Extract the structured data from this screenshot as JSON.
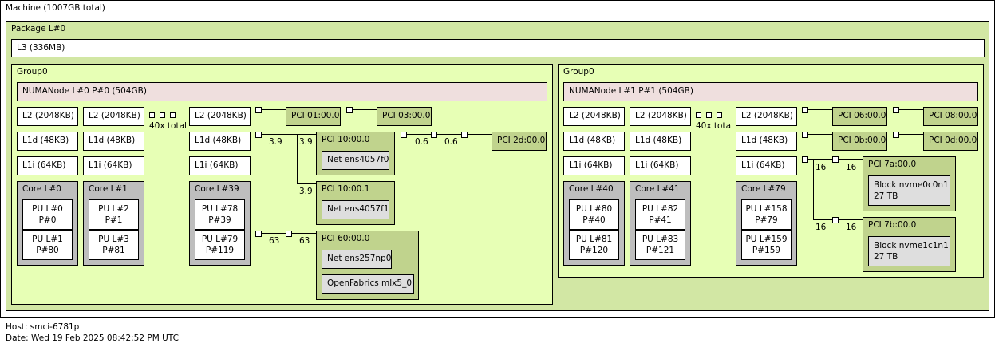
{
  "machine": {
    "label": "Machine (1007GB total)"
  },
  "package": {
    "label": "Package L#0",
    "l3": "L3 (336MB)"
  },
  "group0a": {
    "label": "Group0",
    "numa": "NUMANode L#0 P#0 (504GB)",
    "l2": [
      "L2 (2048KB)",
      "L2 (2048KB)",
      "L2 (2048KB)"
    ],
    "l1d": [
      "L1d (48KB)",
      "L1d (48KB)",
      "L1d (48KB)"
    ],
    "l1i": [
      "L1i (64KB)",
      "L1i (64KB)",
      "L1i (64KB)"
    ],
    "multi": "40x total",
    "cores": [
      {
        "label": "Core L#0",
        "pu": [
          [
            "PU L#0",
            "P#0"
          ],
          [
            "PU L#1",
            "P#80"
          ]
        ]
      },
      {
        "label": "Core L#1",
        "pu": [
          [
            "PU L#2",
            "P#1"
          ],
          [
            "PU L#3",
            "P#81"
          ]
        ]
      },
      {
        "label": "Core L#39",
        "pu": [
          [
            "PU L#78",
            "P#39"
          ],
          [
            "PU L#79",
            "P#119"
          ]
        ]
      }
    ],
    "pci": {
      "p01": "PCI 01:00.0",
      "p03": "PCI 03:00.0",
      "p10a": "PCI 10:00.0",
      "p10a_dev": "Net ens4057f0",
      "p10b": "PCI 10:00.1",
      "p10b_dev": "Net ens4057f1",
      "p2d": "PCI 2d:00.0",
      "p60": "PCI 60:00.0",
      "p60_dev1": "Net ens257np0",
      "p60_dev2": "OpenFabrics mlx5_0"
    },
    "speeds": {
      "s39a": "3.9",
      "s39b": "3.9",
      "s39c": "3.9",
      "s06a": "0.6",
      "s06b": "0.6",
      "s63a": "63",
      "s63b": "63"
    }
  },
  "group0b": {
    "label": "Group0",
    "numa": "NUMANode L#1 P#1 (504GB)",
    "l2": [
      "L2 (2048KB)",
      "L2 (2048KB)",
      "L2 (2048KB)"
    ],
    "l1d": [
      "L1d (48KB)",
      "L1d (48KB)",
      "L1d (48KB)"
    ],
    "l1i": [
      "L1i (64KB)",
      "L1i (64KB)",
      "L1i (64KB)"
    ],
    "multi": "40x total",
    "cores": [
      {
        "label": "Core L#40",
        "pu": [
          [
            "PU L#80",
            "P#40"
          ],
          [
            "PU L#81",
            "P#120"
          ]
        ]
      },
      {
        "label": "Core L#41",
        "pu": [
          [
            "PU L#82",
            "P#41"
          ],
          [
            "PU L#83",
            "P#121"
          ]
        ]
      },
      {
        "label": "Core L#79",
        "pu": [
          [
            "PU L#158",
            "P#79"
          ],
          [
            "PU L#159",
            "P#159"
          ]
        ]
      }
    ],
    "pci": {
      "p06": "PCI 06:00.0",
      "p08": "PCI 08:00.0",
      "p0b": "PCI 0b:00.0",
      "p0d": "PCI 0d:00.0",
      "p7a": "PCI 7a:00.0",
      "p7a_dev1": "Block nvme0c0n1",
      "p7a_dev2": "27 TB",
      "p7b": "PCI 7b:00.0",
      "p7b_dev1": "Block nvme1c1n1",
      "p7b_dev2": "27 TB"
    },
    "speeds": {
      "s16a": "16",
      "s16b": "16",
      "s16c": "16",
      "s16d": "16"
    }
  },
  "footer": {
    "host": "Host: smci-6781p",
    "date": "Date: Wed 19 Feb 2025 08:42:52 PM UTC"
  }
}
